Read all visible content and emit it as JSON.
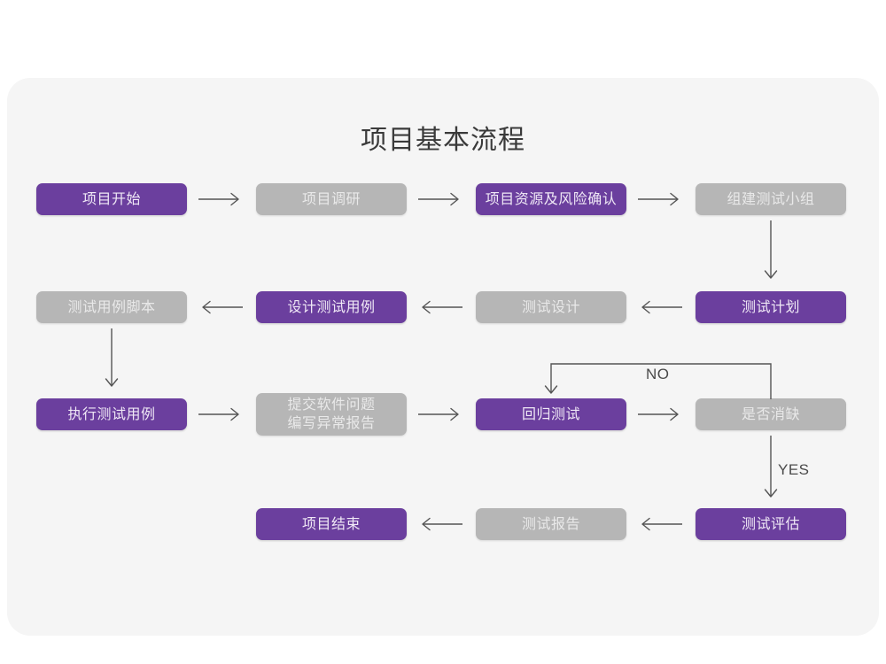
{
  "page": {
    "title": "项目基本流程",
    "card_bg": "#f5f5f5",
    "page_bg": "#ffffff",
    "accent_purple": "#6b3f9e",
    "muted_gray": "#b6b6b6"
  },
  "nodes": {
    "n1": {
      "label": "项目开始",
      "state": "active"
    },
    "n2": {
      "label": "项目调研",
      "state": "muted"
    },
    "n3": {
      "label": "项目资源及风险确认",
      "state": "active"
    },
    "n4": {
      "label": "组建测试小组",
      "state": "muted"
    },
    "n5": {
      "label": "测试用例脚本",
      "state": "muted"
    },
    "n6": {
      "label": "设计测试用例",
      "state": "active"
    },
    "n7": {
      "label": "测试设计",
      "state": "muted"
    },
    "n8": {
      "label": "测试计划",
      "state": "active"
    },
    "n9": {
      "label": "执行测试用例",
      "state": "active"
    },
    "n10": {
      "label": "提交软件问题\n编写异常报告",
      "state": "muted"
    },
    "n11": {
      "label": "回归测试",
      "state": "active"
    },
    "n12": {
      "label": "是否消缺",
      "state": "muted"
    },
    "n13": {
      "label": "项目结束",
      "state": "active"
    },
    "n14": {
      "label": "测试报告",
      "state": "muted"
    },
    "n15": {
      "label": "测试评估",
      "state": "active"
    }
  },
  "edge_labels": {
    "no": "NO",
    "yes": "YES"
  }
}
